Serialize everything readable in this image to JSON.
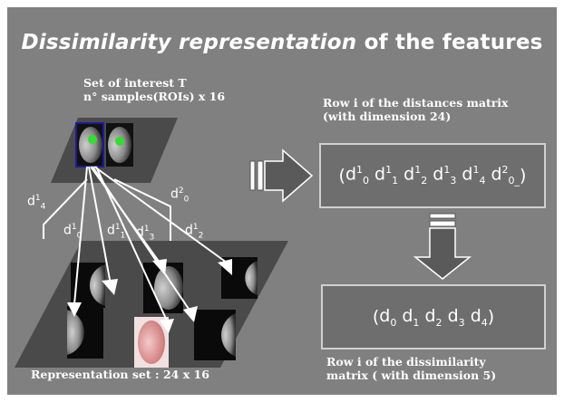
{
  "title": {
    "emph": "Dissimilarity representation",
    "rest": " of the features"
  },
  "set_of_interest": {
    "line1": "Set of interest T",
    "line2": "n° samples(ROIs) x 16"
  },
  "representation_set": "Representation set : 24 x 16",
  "distances_row": {
    "line1": "Row i of the distances matrix",
    "line2": "(with dimension 24)"
  },
  "dissimilarity_row": {
    "line1": "Row i of the dissimilarity",
    "line2": "matrix ( with dimension 5)"
  },
  "arrow_labels": [
    {
      "base": "d",
      "sup": "1",
      "sub": "4"
    },
    {
      "base": "d",
      "sup": "1",
      "sub": "0"
    },
    {
      "base": "d",
      "sup": "1",
      "sub": "1"
    },
    {
      "base": "d",
      "sup": "1",
      "sub": "3"
    },
    {
      "base": "d",
      "sup": "1",
      "sub": "2"
    },
    {
      "base": "d",
      "sup": "2",
      "sub": "0"
    }
  ],
  "distances_vector": {
    "open": "(",
    "terms": [
      {
        "base": "d",
        "sup": "1",
        "sub": "0"
      },
      {
        "base": "d",
        "sup": "1",
        "sub": "1"
      },
      {
        "base": "d",
        "sup": "1",
        "sub": "2"
      },
      {
        "base": "d",
        "sup": "1",
        "sub": "3"
      },
      {
        "base": "d",
        "sup": "1",
        "sub": "4"
      },
      {
        "base": "d",
        "sup": "2",
        "sub": "0_"
      }
    ],
    "close": ")"
  },
  "dissimilarity_vector": {
    "open": "(",
    "terms": [
      {
        "base": "d",
        "sub": "0"
      },
      {
        "base": "d",
        "sub": "1"
      },
      {
        "base": "d",
        "sub": "2"
      },
      {
        "base": "d",
        "sub": "3"
      },
      {
        "base": "d",
        "sub": "4"
      }
    ],
    "close": ")"
  },
  "colors": {
    "slide_bg": "#808080",
    "parallelogram": "#4a4a4a",
    "box_fill": "#6e6e6e",
    "arrow_fill": "#5a5a5a",
    "text": "#ffffff",
    "highlight_frame": "#1a1a99",
    "roi_green": "#33dd33",
    "tissue_pink": "#e8a5a5"
  }
}
